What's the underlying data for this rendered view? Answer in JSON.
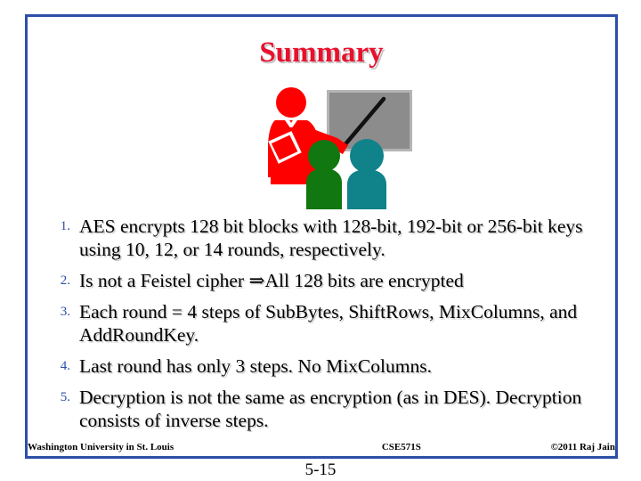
{
  "slide": {
    "title": "Summary",
    "title_color": "#e8112d",
    "frame_color": "#2d4fa8",
    "background_color": "#ffffff"
  },
  "clipart": {
    "name": "teacher-at-blackboard-clipart",
    "teacher_color": "#ff0000",
    "board_color": "#8c8c8c",
    "board_frame_color": "#b0b0b0",
    "pointer_color": "#000000",
    "student_left_color": "#117711",
    "student_right_color": "#10838a"
  },
  "bullets": [
    {
      "number": "1.",
      "text": "AES encrypts 128 bit blocks with 128-bit, 192-bit or 256-bit keys using 10, 12, or 14  rounds, respectively."
    },
    {
      "number": "2.",
      "text": "Is not a Feistel cipher ⇒All 128 bits are encrypted"
    },
    {
      "number": "3.",
      "text": "Each round = 4 steps of SubBytes, ShiftRows, MixColumns, and AddRoundKey."
    },
    {
      "number": "4.",
      "text": "Last round has only 3 steps. No MixColumns."
    },
    {
      "number": "5.",
      "text": "Decryption is not the same as encryption (as in DES). Decryption consists of inverse steps."
    }
  ],
  "footer": {
    "left": "Washington University in St. Louis",
    "center": "CSE571S",
    "right": "©2011 Raj Jain"
  },
  "page_number": "5-15"
}
